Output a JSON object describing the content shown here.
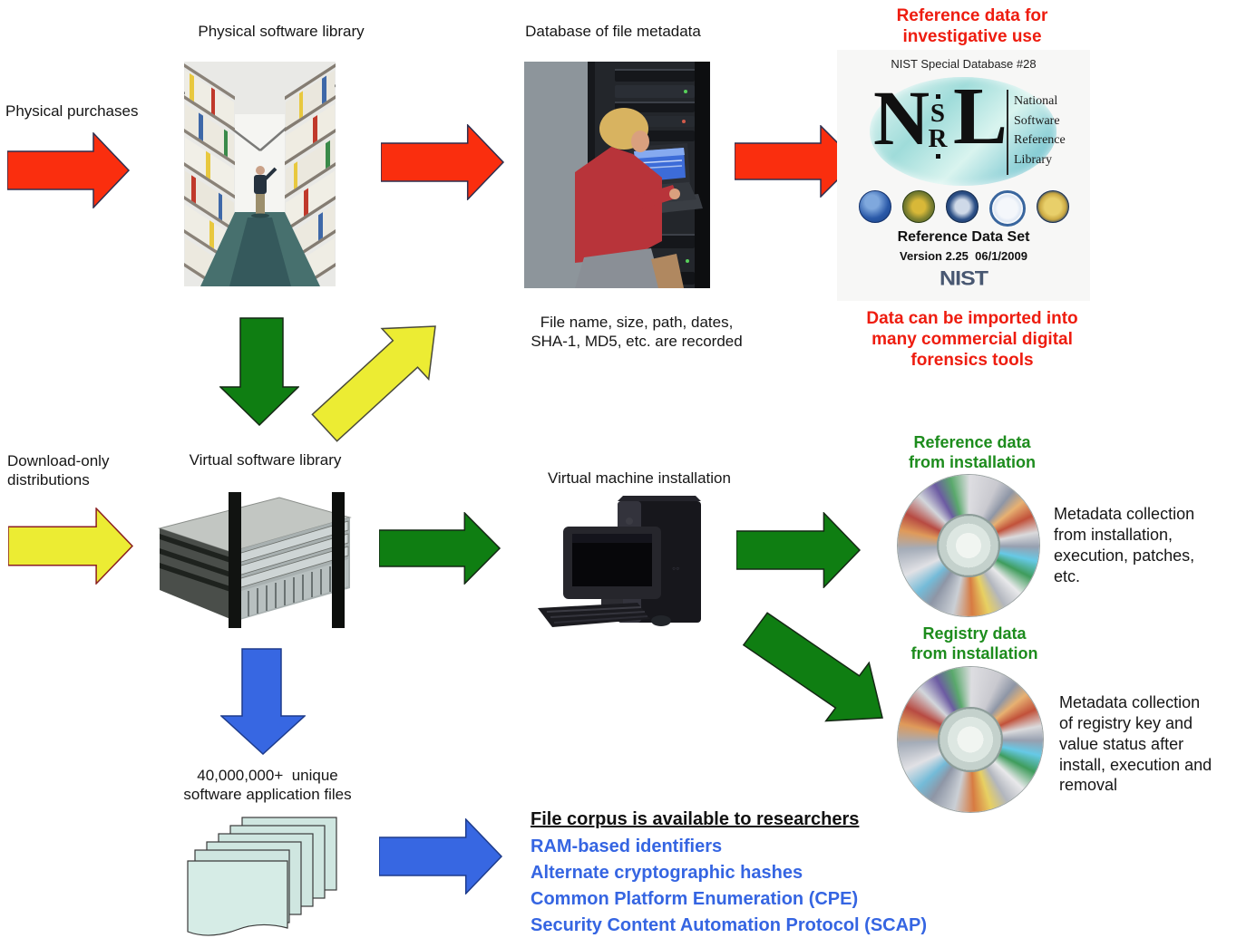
{
  "colors": {
    "arrow_red": "#fa2e0e",
    "arrow_green": "#0f7e12",
    "arrow_yellow": "#ecec33",
    "arrow_blue": "#3767e2",
    "text_red": "#ee1c0f",
    "text_green": "#1d8c1d",
    "text_blue": "#3565e2",
    "text_black": "#161616"
  },
  "top": {
    "physical_library_label": "Physical software library",
    "database_label": "Database of file metadata",
    "investigative_heading": [
      "Reference data for",
      "investigative use"
    ],
    "physical_purchases": "Physical purchases"
  },
  "nsrl": {
    "db_title": "NIST Special Database #28",
    "logo_letters": {
      "n": "N",
      "s": "S",
      "r": "R",
      "l": "L"
    },
    "logo_side_lines": [
      "National",
      "Software",
      "Reference",
      "Library"
    ],
    "seals": [
      "nij-seal",
      "fbi-seal",
      "dod-seal",
      "dhs-seal",
      "usss-seal"
    ],
    "reference_data_set": "Reference Data Set",
    "version": "Version 2.25  06/1/2009",
    "nist": "NIST",
    "import_text": [
      "Data can be imported into",
      "many commercial digital",
      "forensics tools"
    ]
  },
  "middle": {
    "file_recorded": [
      "File name, size, path, dates,",
      "SHA-1, MD5, etc. are recorded"
    ],
    "download_only": [
      "Download-only",
      "distributions"
    ],
    "virtual_library_label": "Virtual software library",
    "vm_install_label": "Virtual machine installation",
    "reference_data_heading": [
      "Reference data",
      "from installation"
    ],
    "metadata_install": [
      "Metadata collection",
      "from installation,",
      "execution, patches,",
      "etc."
    ],
    "registry_heading": [
      "Registry data",
      "from installation"
    ],
    "metadata_registry": [
      "Metadata collection",
      "of registry key and",
      "value status after",
      "install, execution and",
      "removal"
    ]
  },
  "bottom": {
    "unique_files": [
      "40,000,000+  unique",
      "software application files"
    ],
    "corpus_heading": "File corpus is available to researchers",
    "corpus_items": [
      "RAM-based identifiers",
      "Alternate cryptographic hashes",
      "Common Platform Enumeration (CPE)",
      "Security Content Automation Protocol (SCAP)"
    ]
  }
}
